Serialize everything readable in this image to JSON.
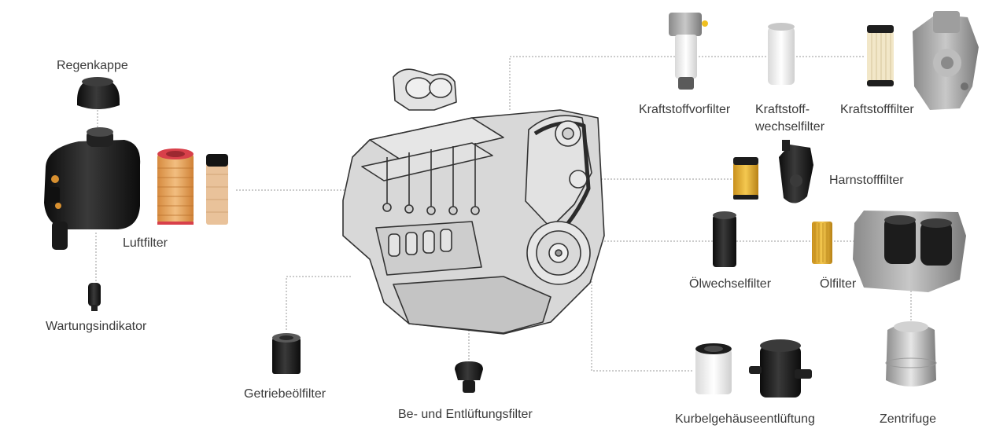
{
  "labels": {
    "regenkappe": "Regenkappe",
    "luftfilter": "Luftfilter",
    "wartungsindikator": "Wartungsindikator",
    "getriebeoelfilter": "Getriebeölfilter",
    "entlueftungsfilter": "Be- und Entlüftungsfilter",
    "kraftstoffvorfilter": "Kraftstoffvorfilter",
    "kraftstoffwechselfilter_1": "Kraftstoff-",
    "kraftstoffwechselfilter_2": "wechselfilter",
    "kraftstofffilter": "Kraftstofffilter",
    "harnstofffilter": "Harnstofffilter",
    "oelwechselfilter": "Ölwechselfilter",
    "oelfilter": "Ölfilter",
    "kurbelgehaeuseentlueftung": "Kurbelgehäuseentlüftung",
    "zentrifuge": "Zentrifuge"
  },
  "colors": {
    "engine_fill": "#d8d8d8",
    "engine_stroke": "#333333",
    "filter_black": "#1b1b1b",
    "filter_orange": "#e8a35a",
    "filter_red": "#d8404a",
    "filter_white": "#f2f2f2",
    "filter_gold": "#e3b030",
    "connector": "#9a9a9a"
  }
}
